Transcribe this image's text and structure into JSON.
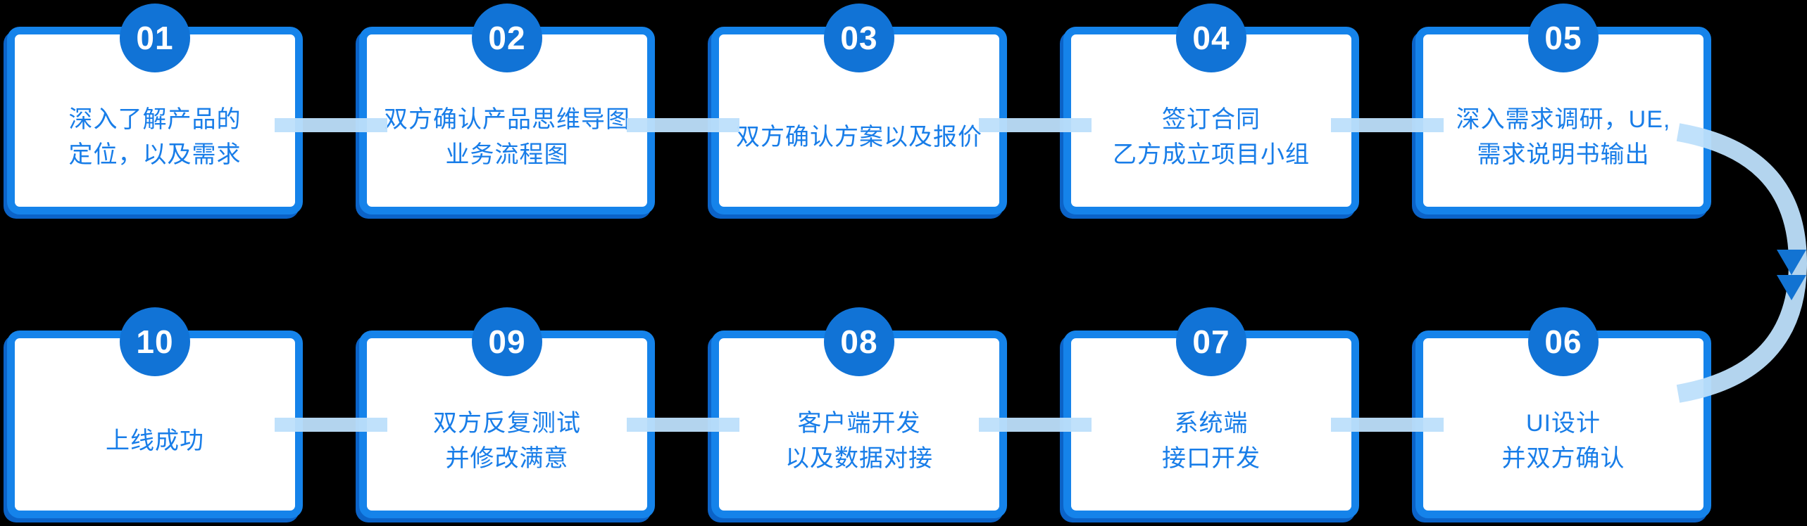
{
  "colors": {
    "background": "#000000",
    "card_background": "#ffffff",
    "card_border": "#1583ea",
    "card_shadow": "#0b63c8",
    "badge_fill": "#1173d6",
    "badge_text": "#ffffff",
    "step_text": "#187de8",
    "connector": "#bddefb",
    "curve_arrow": "#bddefb",
    "arrowhead": "#1273d2"
  },
  "arrow": {
    "icon": "double-chevron-down-icon",
    "connects": "05 to 06"
  },
  "rows": [
    {
      "steps": [
        {
          "number": "01",
          "lines": [
            "深入了解产品的",
            "定位，以及需求"
          ]
        },
        {
          "number": "02",
          "lines": [
            "双方确认产品思维导图",
            "业务流程图"
          ]
        },
        {
          "number": "03",
          "lines": [
            "双方确认方案以及报价"
          ]
        },
        {
          "number": "04",
          "lines": [
            "签订合同",
            "乙方成立项目小组"
          ]
        },
        {
          "number": "05",
          "lines": [
            "深入需求调研，UE,",
            "需求说明书输出"
          ]
        }
      ]
    },
    {
      "steps": [
        {
          "number": "10",
          "lines": [
            "上线成功"
          ]
        },
        {
          "number": "09",
          "lines": [
            "双方反复测试",
            "并修改满意"
          ]
        },
        {
          "number": "08",
          "lines": [
            "客户端开发",
            "以及数据对接"
          ]
        },
        {
          "number": "07",
          "lines": [
            "系统端",
            "接口开发"
          ]
        },
        {
          "number": "06",
          "lines": [
            "UI设计",
            "并双方确认"
          ]
        }
      ]
    }
  ]
}
